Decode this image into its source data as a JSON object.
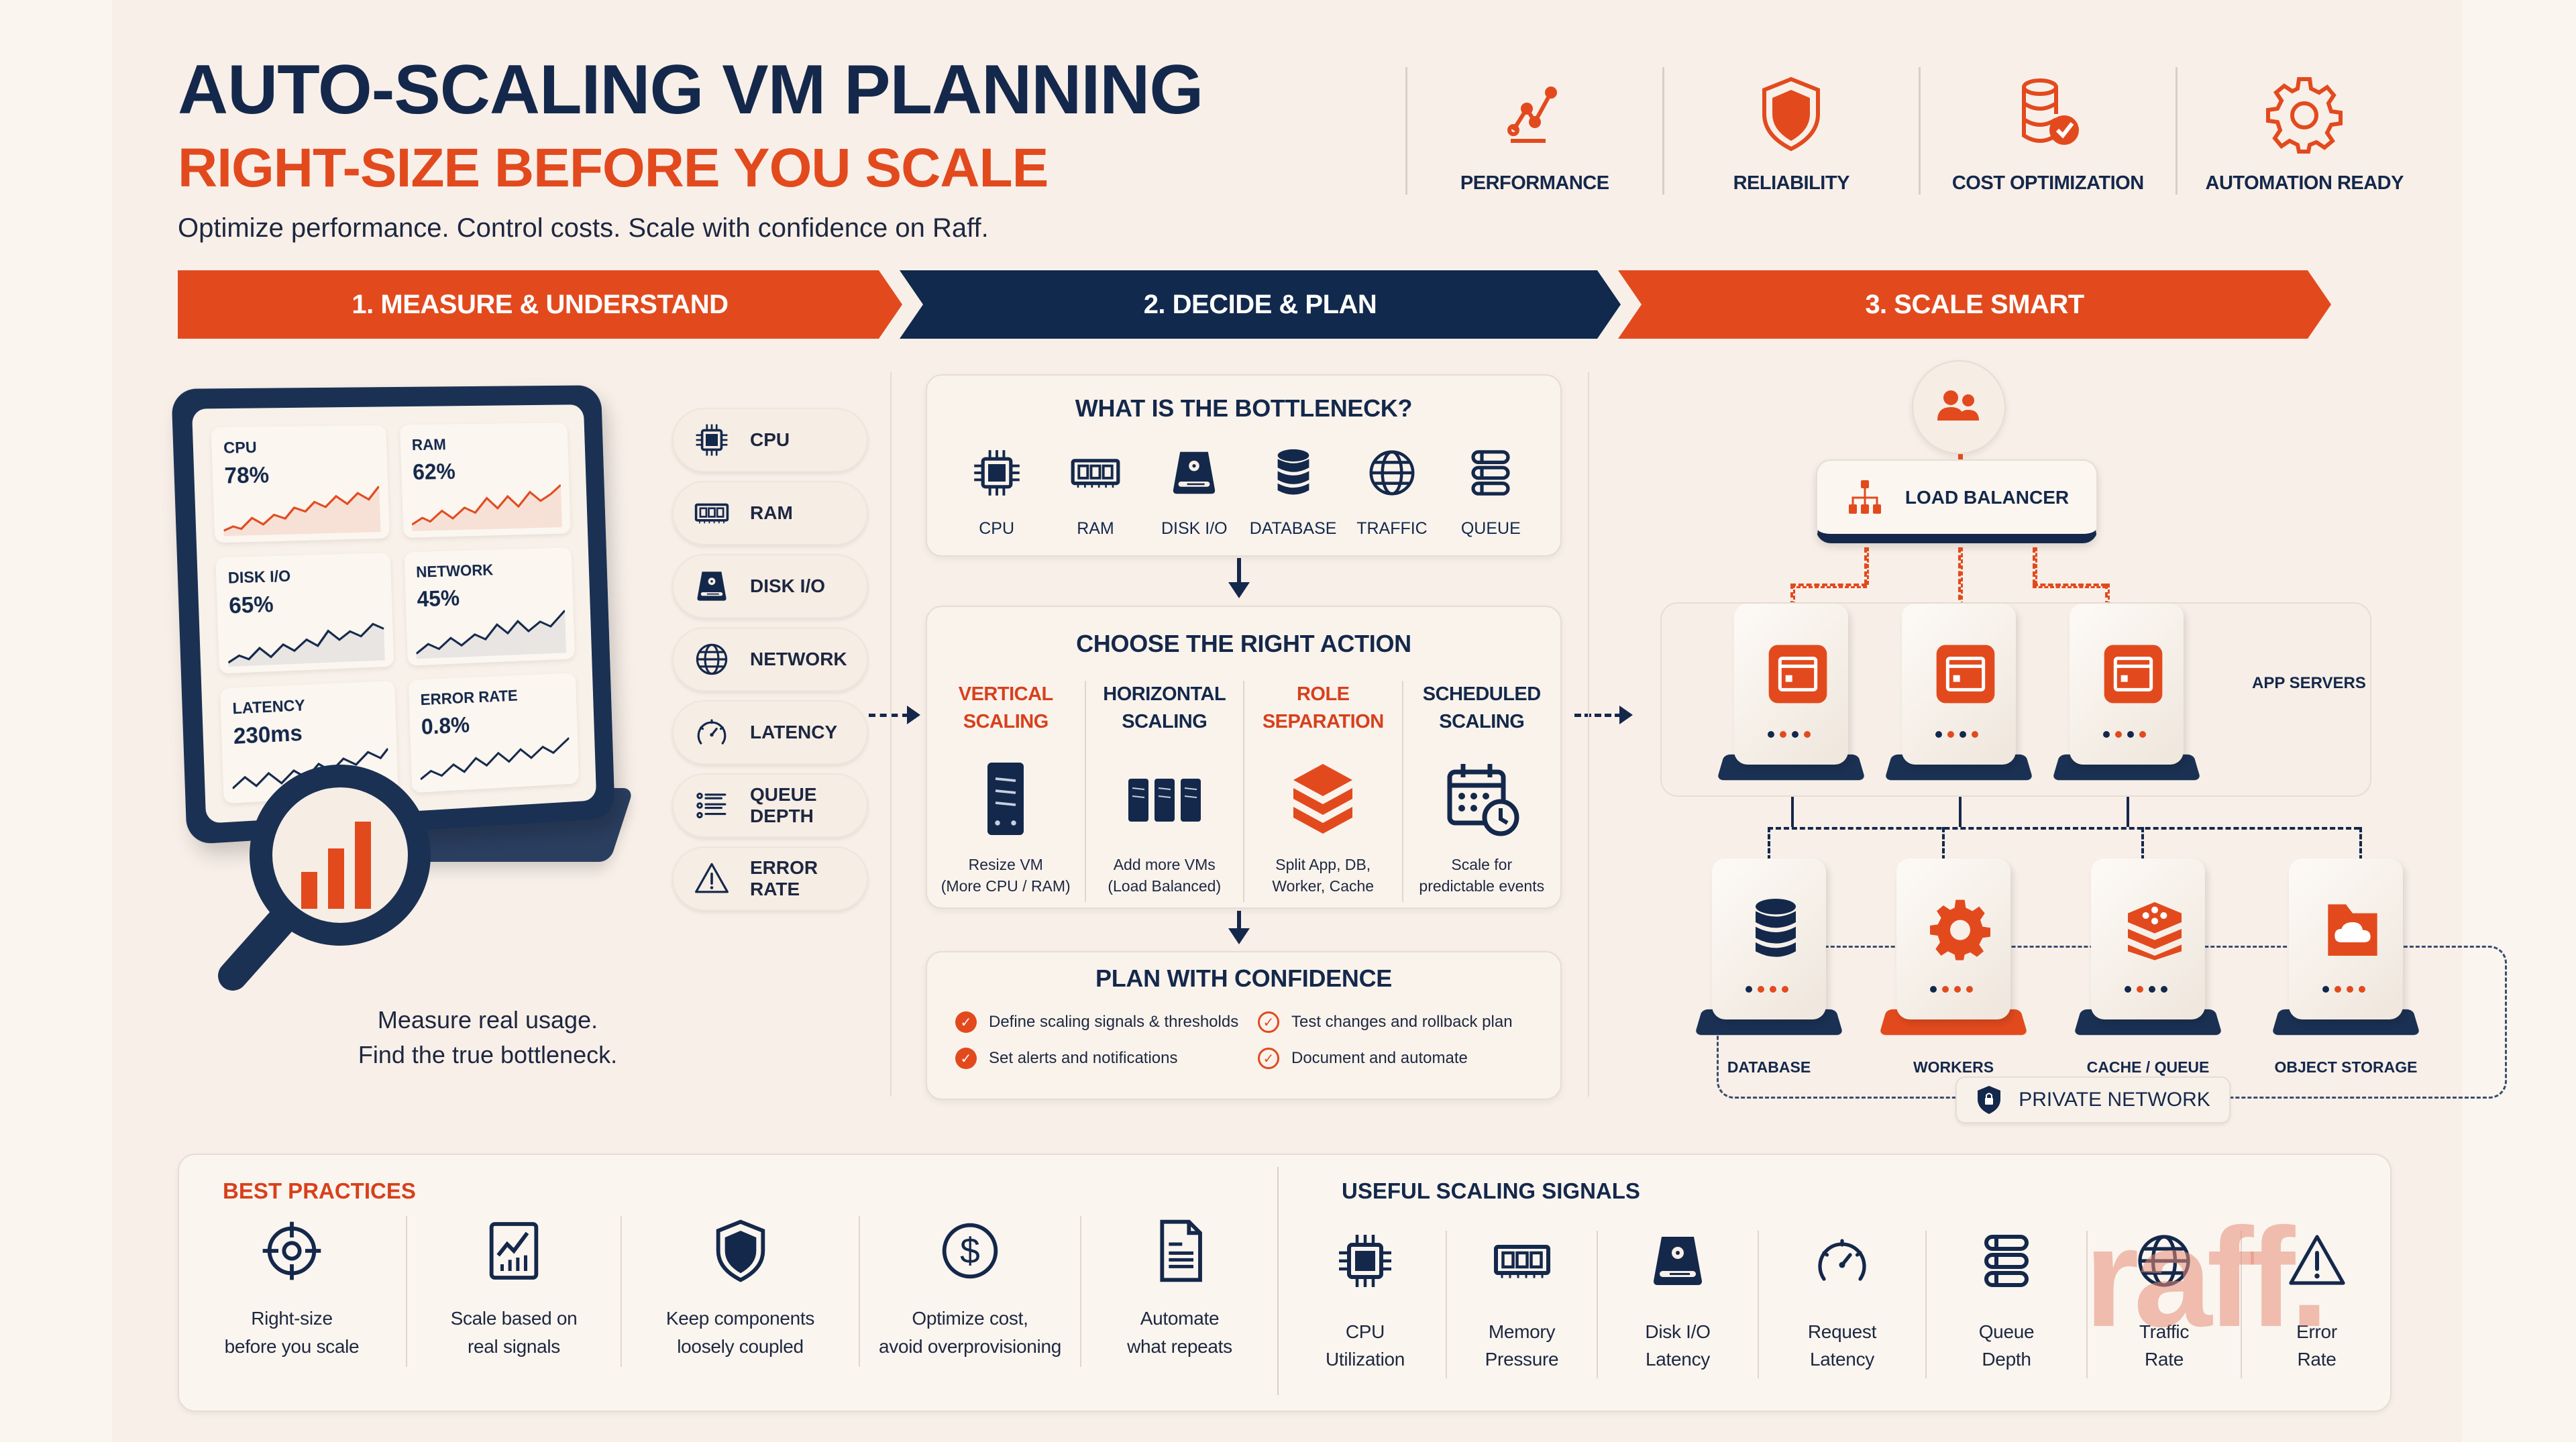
{
  "header": {
    "title": "AUTO-SCALING VM PLANNING",
    "subtitle": "RIGHT-SIZE BEFORE YOU SCALE",
    "tagline": "Optimize performance. Control costs. Scale with confidence on Raff."
  },
  "pillars": [
    {
      "label": "PERFORMANCE",
      "icon": "line-chart-icon"
    },
    {
      "label": "RELIABILITY",
      "icon": "shield-icon"
    },
    {
      "label": "COST OPTIMIZATION",
      "icon": "coins-check-icon"
    },
    {
      "label": "AUTOMATION READY",
      "icon": "gear-icon"
    }
  ],
  "steps": [
    {
      "label": "1. MEASURE & UNDERSTAND",
      "color": "#e24a1e"
    },
    {
      "label": "2. DECIDE & PLAN",
      "color": "#11294d"
    },
    {
      "label": "3. SCALE SMART",
      "color": "#e24a1e"
    }
  ],
  "monitor": {
    "cards": [
      {
        "label": "CPU",
        "value": "78%",
        "trend": "red"
      },
      {
        "label": "RAM",
        "value": "62%",
        "trend": "red"
      },
      {
        "label": "DISK I/O",
        "value": "65%",
        "trend": "navy"
      },
      {
        "label": "NETWORK",
        "value": "45%",
        "trend": "navy"
      },
      {
        "label": "LATENCY",
        "value": "230ms",
        "trend": "navy"
      },
      {
        "label": "ERROR RATE",
        "value": "0.8%",
        "trend": "navy"
      }
    ],
    "caption_line1": "Measure real usage.",
    "caption_line2": "Find the true bottleneck."
  },
  "metrics": [
    {
      "label": "CPU",
      "icon": "cpu-icon"
    },
    {
      "label": "RAM",
      "icon": "ram-icon"
    },
    {
      "label": "DISK I/O",
      "icon": "disk-icon"
    },
    {
      "label": "NETWORK",
      "icon": "globe-icon"
    },
    {
      "label": "LATENCY",
      "icon": "gauge-icon"
    },
    {
      "label": "QUEUE DEPTH",
      "icon": "list-icon"
    },
    {
      "label": "ERROR RATE",
      "icon": "warning-icon"
    }
  ],
  "bottleneck": {
    "title": "WHAT IS THE BOTTLENECK?",
    "items": [
      {
        "label": "CPU",
        "icon": "cpu-icon"
      },
      {
        "label": "RAM",
        "icon": "ram-icon"
      },
      {
        "label": "DISK I/O",
        "icon": "disk-icon"
      },
      {
        "label": "DATABASE",
        "icon": "database-icon"
      },
      {
        "label": "TRAFFIC",
        "icon": "globe-icon"
      },
      {
        "label": "QUEUE",
        "icon": "queue-icon"
      }
    ]
  },
  "actions": {
    "title": "CHOOSE THE RIGHT ACTION",
    "items": [
      {
        "title1": "VERTICAL",
        "title2": "SCALING",
        "desc1": "Resize VM",
        "desc2": "(More CPU / RAM)",
        "accent": "#d8401c",
        "icon": "server-icon"
      },
      {
        "title1": "HORIZONTAL",
        "title2": "SCALING",
        "desc1": "Add more VMs",
        "desc2": "(Load Balanced)",
        "accent": "#14284b",
        "icon": "servers-icon"
      },
      {
        "title1": "ROLE",
        "title2": "SEPARATION",
        "desc1": "Split App, DB,",
        "desc2": "Worker, Cache",
        "accent": "#d8401c",
        "icon": "layers-icon"
      },
      {
        "title1": "SCHEDULED",
        "title2": "SCALING",
        "desc1": "Scale for",
        "desc2": "predictable events",
        "accent": "#14284b",
        "icon": "calendar-clock-icon"
      }
    ]
  },
  "plan": {
    "title": "PLAN WITH CONFIDENCE",
    "items": [
      {
        "label": "Define scaling signals & thresholds",
        "style": "filled"
      },
      {
        "label": "Test changes and rollback plan",
        "style": "outline"
      },
      {
        "label": "Set alerts and notifications",
        "style": "filled"
      },
      {
        "label": "Document and automate",
        "style": "outline"
      }
    ]
  },
  "architecture": {
    "load_balancer": "LOAD BALANCER",
    "app_servers_label": "APP SERVERS",
    "backends": [
      {
        "label": "DATABASE",
        "icon": "database-icon"
      },
      {
        "label": "WORKERS",
        "icon": "gear-icon"
      },
      {
        "label": "CACHE / QUEUE",
        "icon": "cache-stack-icon"
      },
      {
        "label": "OBJECT STORAGE",
        "icon": "folder-cloud-icon"
      }
    ],
    "private_network": "PRIVATE NETWORK"
  },
  "best_practices": {
    "title": "BEST PRACTICES",
    "items": [
      {
        "line1": "Right-size",
        "line2": "before you scale",
        "icon": "target-icon"
      },
      {
        "line1": "Scale based on",
        "line2": "real signals",
        "icon": "chart-icon"
      },
      {
        "line1": "Keep components",
        "line2": "loosely coupled",
        "icon": "shield-icon"
      },
      {
        "line1": "Optimize cost,",
        "line2": "avoid overprovisioning",
        "icon": "dollar-icon"
      },
      {
        "line1": "Automate",
        "line2": "what repeats",
        "icon": "document-icon"
      }
    ]
  },
  "signals": {
    "title": "USEFUL SCALING SIGNALS",
    "items": [
      {
        "line1": "CPU",
        "line2": "Utilization",
        "icon": "cpu-icon"
      },
      {
        "line1": "Memory",
        "line2": "Pressure",
        "icon": "ram-icon"
      },
      {
        "line1": "Disk I/O",
        "line2": "Latency",
        "icon": "disk-icon"
      },
      {
        "line1": "Request",
        "line2": "Latency",
        "icon": "gauge-icon"
      },
      {
        "line1": "Queue",
        "line2": "Depth",
        "icon": "queue-icon"
      },
      {
        "line1": "Traffic",
        "line2": "Rate",
        "icon": "globe-icon"
      },
      {
        "line1": "Error",
        "line2": "Rate",
        "icon": "warning-icon"
      }
    ]
  },
  "watermark": "raff.",
  "colors": {
    "navy": "#14284b",
    "orange": "#e24a1e",
    "background": "#f8efe8"
  }
}
